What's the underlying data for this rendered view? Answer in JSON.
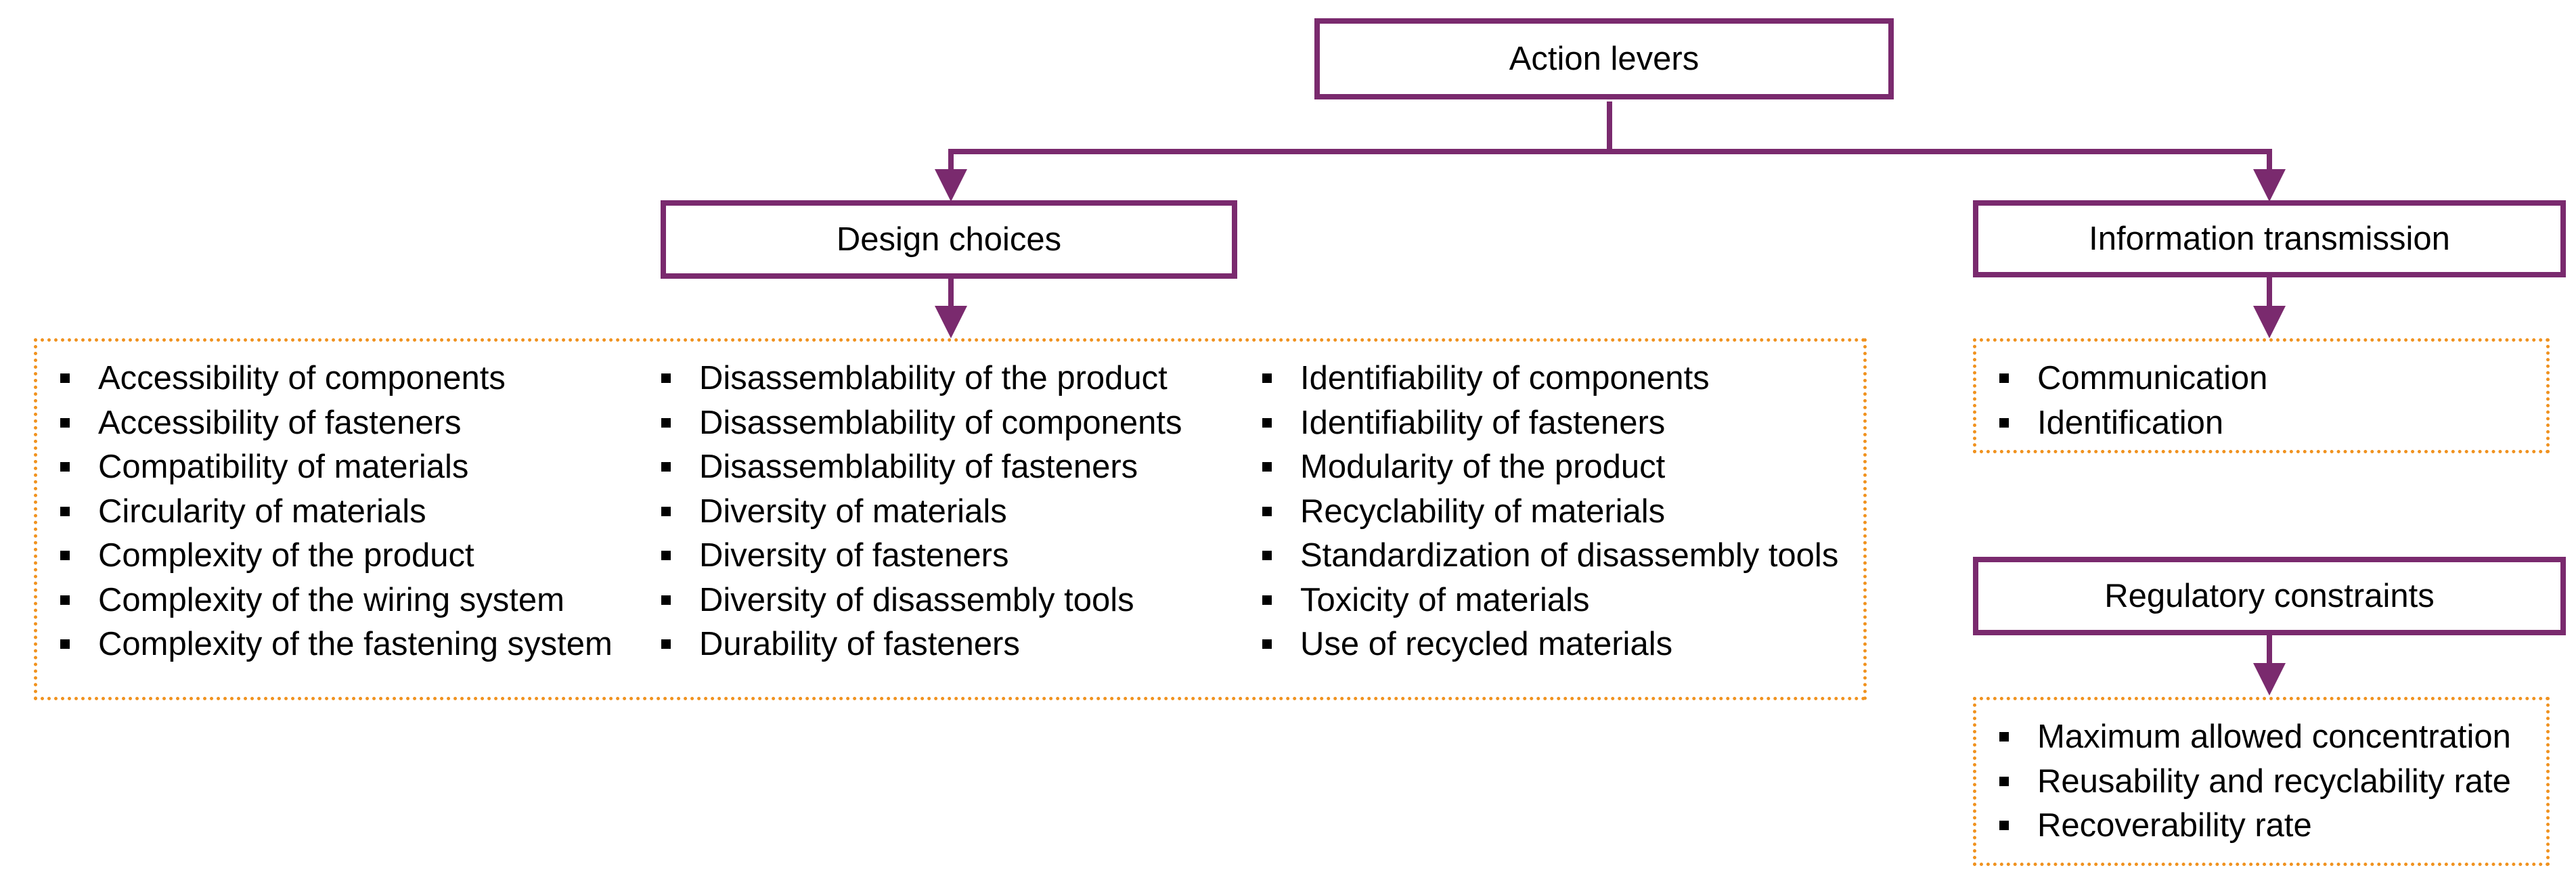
{
  "colors": {
    "box_border": "#7a2a6e",
    "connector": "#7a2a6e",
    "group_border": "#f0921f"
  },
  "nodes": {
    "root": "Action levers",
    "design": "Design choices",
    "info": "Information transmission",
    "regulatory": "Regulatory constraints"
  },
  "design_items": {
    "col1": [
      "Accessibility of components",
      "Accessibility of fasteners",
      "Compatibility of materials",
      "Circularity of materials",
      "Complexity of the product",
      "Complexity of the wiring system",
      "Complexity of the fastening system"
    ],
    "col2": [
      "Disassemblability of the product",
      "Disassemblability of components",
      "Disassemblability of fasteners",
      "Diversity of materials",
      "Diversity of fasteners",
      "Diversity of disassembly tools",
      "Durability of fasteners"
    ],
    "col3": [
      "Identifiability of components",
      "Identifiability of fasteners",
      "Modularity of the product",
      "Recyclability of materials",
      "Standardization of disassembly tools",
      "Toxicity of materials",
      "Use of recycled materials"
    ]
  },
  "info_items": [
    "Communication",
    "Identification"
  ],
  "regulatory_items": [
    "Maximum allowed concentration",
    "Reusability and recyclability rate",
    "Recoverability rate"
  ]
}
